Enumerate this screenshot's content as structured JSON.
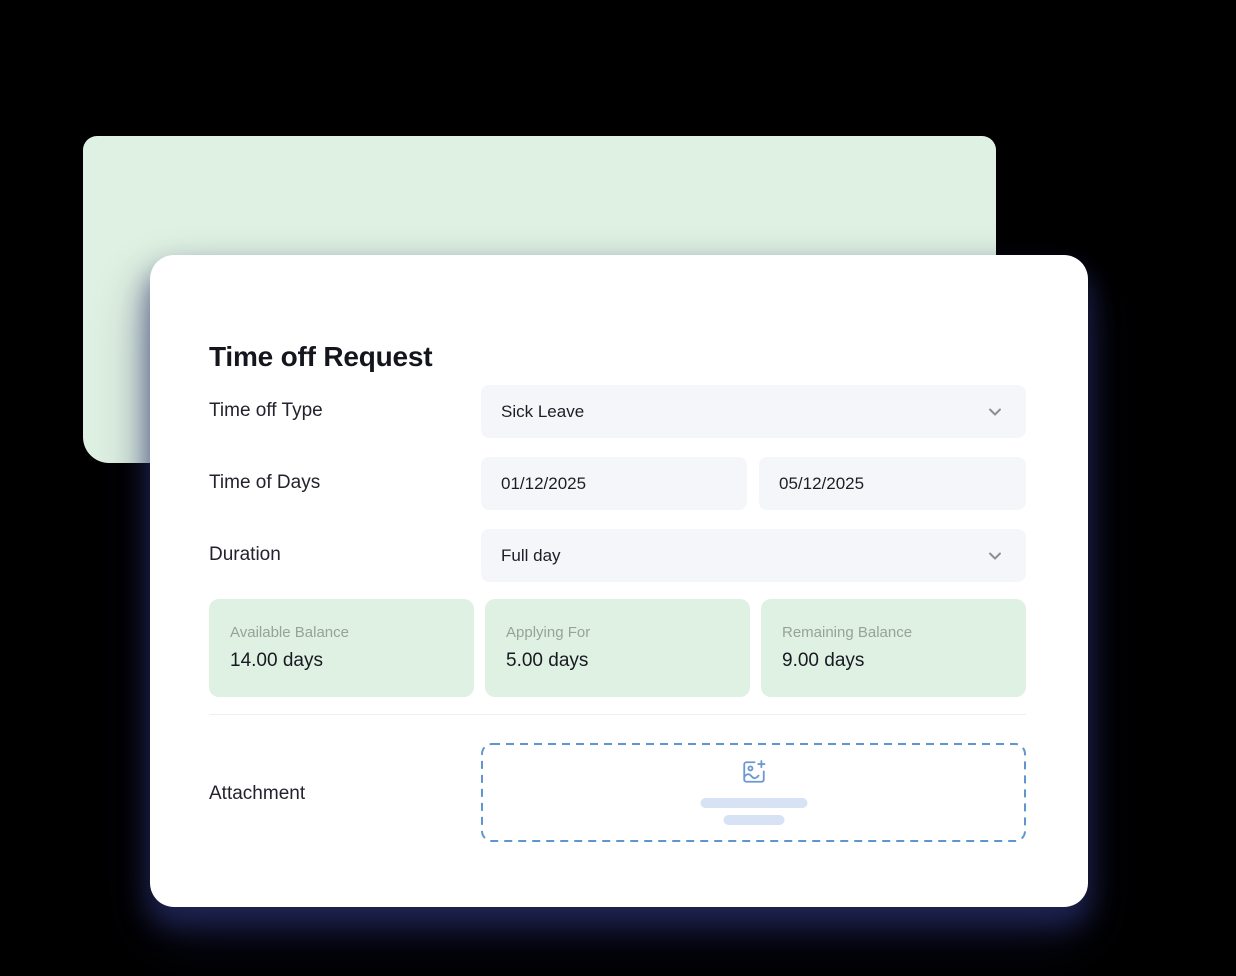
{
  "page": {
    "background_color": "#000000"
  },
  "decor": {
    "panel_color": "#dff1e2"
  },
  "card": {
    "title": "Time off Request",
    "rows": {
      "type": {
        "label": "Time off Type",
        "value": "Sick Leave"
      },
      "days": {
        "label": "Time of Days",
        "start": "01/12/2025",
        "end": "05/12/2025"
      },
      "duration": {
        "label": "Duration",
        "value": "Full day"
      }
    },
    "balances": [
      {
        "label": "Available Balance",
        "value": "14.00 days"
      },
      {
        "label": "Applying For",
        "value": "5.00 days"
      },
      {
        "label": "Remaining Balance",
        "value": "9.00 days"
      }
    ],
    "attachment": {
      "label": "Attachment",
      "icon": "image-plus-icon"
    },
    "colors": {
      "accent_green": "#dff1e2",
      "field_background": "#f5f6fa",
      "stat_label": "#96a39b",
      "text_dark": "#1d1d27",
      "upload_border_blue": "#6195cf",
      "upload_bar_blue": "#d7e3f4",
      "chevron_gray": "#8d8d95"
    }
  }
}
